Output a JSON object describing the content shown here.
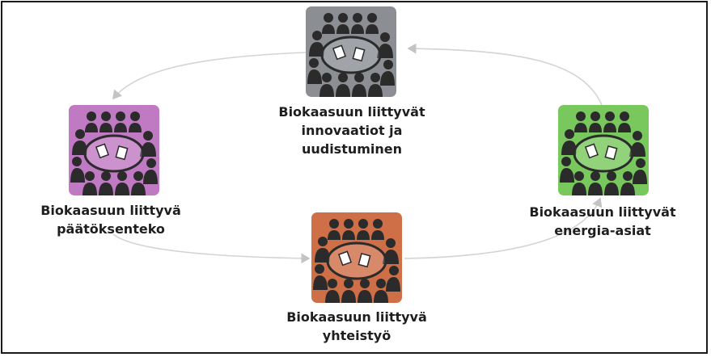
{
  "nodes": [
    {
      "id": "innovations",
      "color": "#8b8f94",
      "icon": "group-meeting-icon",
      "lines": [
        "Biokaasuun liittyvät",
        "innovaatiot ja",
        "uudistuminen"
      ]
    },
    {
      "id": "energy",
      "color": "#79c85e",
      "icon": "group-meeting-icon",
      "lines": [
        "Biokaasuun liittyvät",
        "energia-asiat"
      ]
    },
    {
      "id": "cooperation",
      "color": "#cf6f48",
      "icon": "group-meeting-icon",
      "lines": [
        "Biokaasuun liittyvä",
        "yhteistyö"
      ]
    },
    {
      "id": "decision",
      "color": "#c07ac4",
      "icon": "group-meeting-icon",
      "lines": [
        "Biokaasuun liittyvä",
        "päätöksenteko"
      ]
    }
  ],
  "connector_color": "#d3d3d3"
}
